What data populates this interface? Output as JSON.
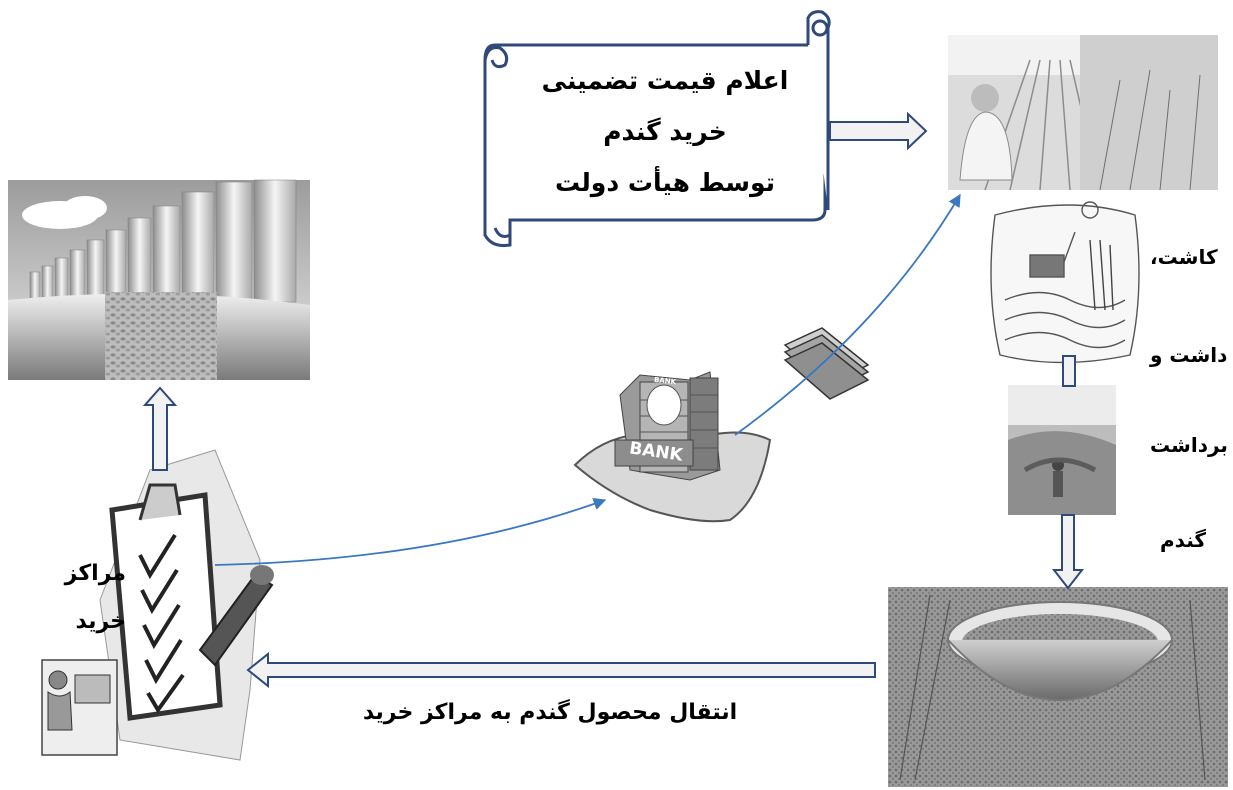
{
  "announcement": {
    "lines": [
      "اعلام قیمت تضمینی",
      "خرید گندم",
      "توسط هیأت دولت"
    ]
  },
  "cultivation": {
    "lines": [
      "کاشت،",
      "داشت و",
      "برداشت",
      "گندم"
    ]
  },
  "transfer": {
    "label": "انتقال محصول گندم به مراکز خرید"
  },
  "purchase_centers": {
    "lines": [
      "مراکز",
      "خرید"
    ]
  },
  "bank": {
    "sign": "BANK",
    "roof_sign": "BANK"
  },
  "colors": {
    "arrow_fill": "#f2f2f2",
    "arrow_stroke": "#2e4a7a",
    "flow_line": "#3a78c2",
    "scroll_stroke": "#2f4a7a"
  }
}
